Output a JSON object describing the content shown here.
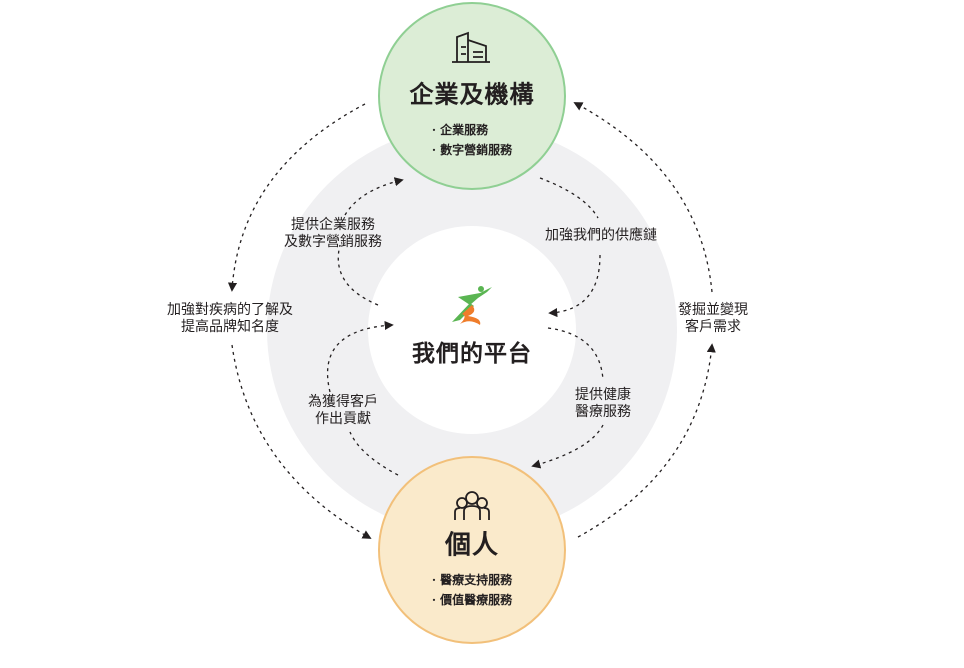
{
  "enterprise": {
    "title": "企業及機構",
    "items": [
      "· 企業服務",
      "· 數字營銷服務"
    ],
    "icon": "building-icon",
    "fill": "#dcedd6",
    "stroke": "#8fcf93"
  },
  "individual": {
    "title": "個人",
    "items": [
      "· 醫療支持服務",
      "· 價值醫療服務"
    ],
    "icon": "people-icon",
    "fill": "#faeacb",
    "stroke": "#f2c07a"
  },
  "platform": {
    "title": "我們的平台",
    "icon": "runner-logo-icon"
  },
  "flows": {
    "platform_to_enterprise": [
      "提供企業服務",
      "及數字營銷服務"
    ],
    "enterprise_to_platform": [
      "加強我們的供應鏈"
    ],
    "enterprise_to_individual": [
      "加強對疾病的了解及",
      "提高品牌知名度"
    ],
    "individual_to_enterprise": [
      "發掘並變現",
      "客戶需求"
    ],
    "individual_to_platform": [
      "為獲得客戶",
      "作出貢獻"
    ],
    "platform_to_individual": [
      "提供健康",
      "醫療服務"
    ]
  }
}
